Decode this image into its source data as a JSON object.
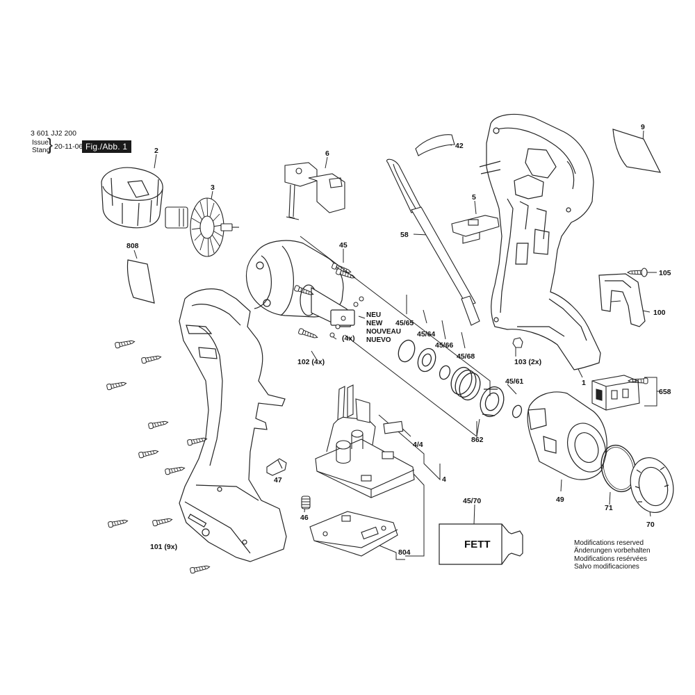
{
  "header": {
    "doc_number": "3 601 JJ2 200",
    "issue_label": "Issue",
    "stand_label": "Stand",
    "date": "20-11-06",
    "figure_label": "Fig./Abb. 1"
  },
  "modifications": [
    "Modifications reserved",
    "Änderungen vorbehalten",
    "Modifications resérvées",
    "Salvo modificaciones"
  ],
  "labels": {
    "p2": "2",
    "p3": "3",
    "p6": "6",
    "p42": "42",
    "p9": "9",
    "p5": "5",
    "p58": "58",
    "p808": "808",
    "p45": "45",
    "p105": "105",
    "p100": "100",
    "p45_65": "45/65",
    "p45_64": "45/64",
    "p45_66": "45/66",
    "p45_68": "45/68",
    "p103": "103 (2x)",
    "p102": "102 (4x)",
    "p1": "1",
    "p658": "658",
    "p45_61": "45/61",
    "p862": "862",
    "p4_4": "4/4",
    "p4": "4",
    "p47": "47",
    "p49": "49",
    "p71": "71",
    "p46": "46",
    "p45_70": "45/70",
    "p70": "70",
    "p101": "101 (9x)",
    "p804": "804",
    "fett": "FETT",
    "neu": [
      "NEU",
      "NEW",
      "NOUVEAU",
      "NUEVO"
    ],
    "count4x": "(4x)"
  }
}
